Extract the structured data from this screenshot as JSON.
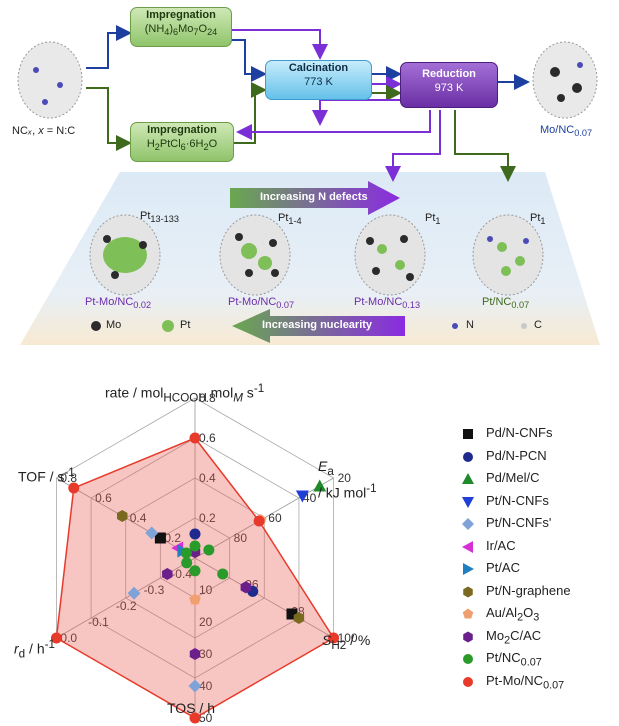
{
  "scheme": {
    "start_label_html": "NC<i>ₓ</i>, <i>x</i> = N:C",
    "impregnation_mo": {
      "title": "Impregnation",
      "formula_html": "(NH<sub>4</sub>)<sub>6</sub>Mo<sub>7</sub>O<sub>24</sub>"
    },
    "impregnation_pt": {
      "title": "Impregnation",
      "formula_html": "H<sub>2</sub>PtCl<sub>6</sub>·6H<sub>2</sub>O"
    },
    "calcination": {
      "title": "Calcination",
      "temp": "773 K"
    },
    "reduction": {
      "title": "Reduction",
      "temp": "973 K"
    },
    "product_label_html": "Mo/NC<sub>0.07</sub>",
    "n_defects_arrow": "Increasing N defects",
    "nuclearity_arrow": "Increasing nuclearity",
    "catalysts": [
      {
        "label_html": "Pt-Mo/NC<sub>0.02</sub>",
        "cluster_html": "Pt<sub>13-133</sub>",
        "color": "#6b2cab"
      },
      {
        "label_html": "Pt-Mo/NC<sub>0.07</sub>",
        "cluster_html": "Pt<sub>1-4</sub>",
        "color": "#6b2cab"
      },
      {
        "label_html": "Pt-Mo/NC<sub>0.13</sub>",
        "cluster_html": "Pt<sub>1</sub>",
        "color": "#6b2cab"
      },
      {
        "label_html": "Pt/NC<sub>0.07</sub>",
        "cluster_html": "Pt<sub>1</sub>",
        "color": "#3d6a1c"
      }
    ],
    "atom_legend": [
      {
        "name": "Mo",
        "color": "#2b2b2b"
      },
      {
        "name": "Pt",
        "color": "#7fbf57"
      },
      {
        "name": "N",
        "color": "#4b4bb8"
      },
      {
        "name": "C",
        "color": "#c8c8c8"
      }
    ]
  },
  "chart_data": {
    "type": "radar",
    "axes": [
      {
        "label_html": "rate / mol<sub>HCOOH</sub> mol<sub><i>M</i></sub> s<sup>-1</sup>",
        "ticks": [
          "0.2",
          "0.4",
          "0.6",
          "0.8"
        ],
        "range": [
          0,
          0.8
        ]
      },
      {
        "label_html": "<i>E</i><sub>a</sub><br>/ kJ mol<sup>-1</sup>",
        "ticks": [
          "80",
          "60",
          "40",
          "20"
        ],
        "range": [
          100,
          20
        ]
      },
      {
        "label_html": "<i>S</i><sub>H2</sub> / %",
        "ticks": [
          "96",
          "98",
          "100"
        ],
        "range": [
          94,
          100
        ]
      },
      {
        "label_html": "TOS / h",
        "ticks": [
          "10",
          "20",
          "30",
          "40",
          "50"
        ],
        "range": [
          0,
          50
        ]
      },
      {
        "label_html": "<i>r</i><sub>d</sub> / h<sup>-1</sup>",
        "ticks": [
          "-0.4",
          "-0.3",
          "-0.2",
          "-0.1",
          "0.0"
        ],
        "range": [
          -0.5,
          0.0
        ]
      },
      {
        "label_html": "TOF / s<sup>-1</sup>",
        "ticks": [
          "0.2",
          "0.4",
          "0.6",
          "0.8"
        ],
        "range": [
          0,
          0.8
        ]
      }
    ],
    "series": [
      {
        "name_html": "Pd/N-CNFs",
        "marker": "square",
        "color": "#111111",
        "values": [
          null,
          null,
          98.2,
          null,
          null,
          0.2
        ]
      },
      {
        "name_html": "Pd/N-PCN",
        "marker": "circle",
        "color": "#1f2a8f",
        "values": [
          0.12,
          null,
          96.5,
          null,
          null,
          null
        ]
      },
      {
        "name_html": "Pd/Mel/C",
        "marker": "triangle-up",
        "color": "#1f8a2a",
        "values": [
          null,
          28,
          null,
          null,
          null,
          null
        ]
      },
      {
        "name_html": "Pt/N-CNFs",
        "marker": "triangle-down",
        "color": "#1f3fd6",
        "values": [
          null,
          38,
          null,
          null,
          null,
          null
        ]
      },
      {
        "name_html": "Pt/N-CNFs'",
        "marker": "diamond",
        "color": "#7fa3d6",
        "values": [
          null,
          null,
          null,
          40,
          -0.28,
          0.25
        ]
      },
      {
        "name_html": "Ir/AC",
        "marker": "triangle-left",
        "color": "#d62fd6",
        "values": [
          null,
          null,
          null,
          null,
          null,
          0.1
        ]
      },
      {
        "name_html": "Pt/AC",
        "marker": "triangle-right",
        "color": "#1f7fbf",
        "values": [
          null,
          null,
          null,
          null,
          null,
          0.07
        ]
      },
      {
        "name_html": "Pt/N-graphene",
        "marker": "hexagon",
        "color": "#7a6a1f",
        "values": [
          null,
          null,
          98.5,
          null,
          null,
          0.42
        ]
      },
      {
        "name_html": "Au/Al<sub>2</sub>O<sub>3</sub>",
        "marker": "pentagon",
        "color": "#f0a070",
        "values": [
          null,
          62,
          null,
          13,
          null,
          null
        ]
      },
      {
        "name_html": "Mo<sub>2</sub>C/AC",
        "marker": "hexagon",
        "color": "#6a1f8a",
        "values": [
          0.03,
          null,
          96.2,
          30,
          -0.4,
          null
        ]
      },
      {
        "name_html": "Pt/NC<sub>0.07</sub>",
        "marker": "circle",
        "color": "#2a9a2a",
        "values": [
          0.06,
          92,
          95.2,
          4,
          -0.47,
          0.05
        ]
      },
      {
        "name_html": "Pt-Mo/NC<sub>0.07</sub>",
        "marker": "circle",
        "color": "#e83a2a",
        "values": [
          0.6,
          63,
          100,
          50,
          0.0,
          0.7
        ]
      }
    ]
  }
}
